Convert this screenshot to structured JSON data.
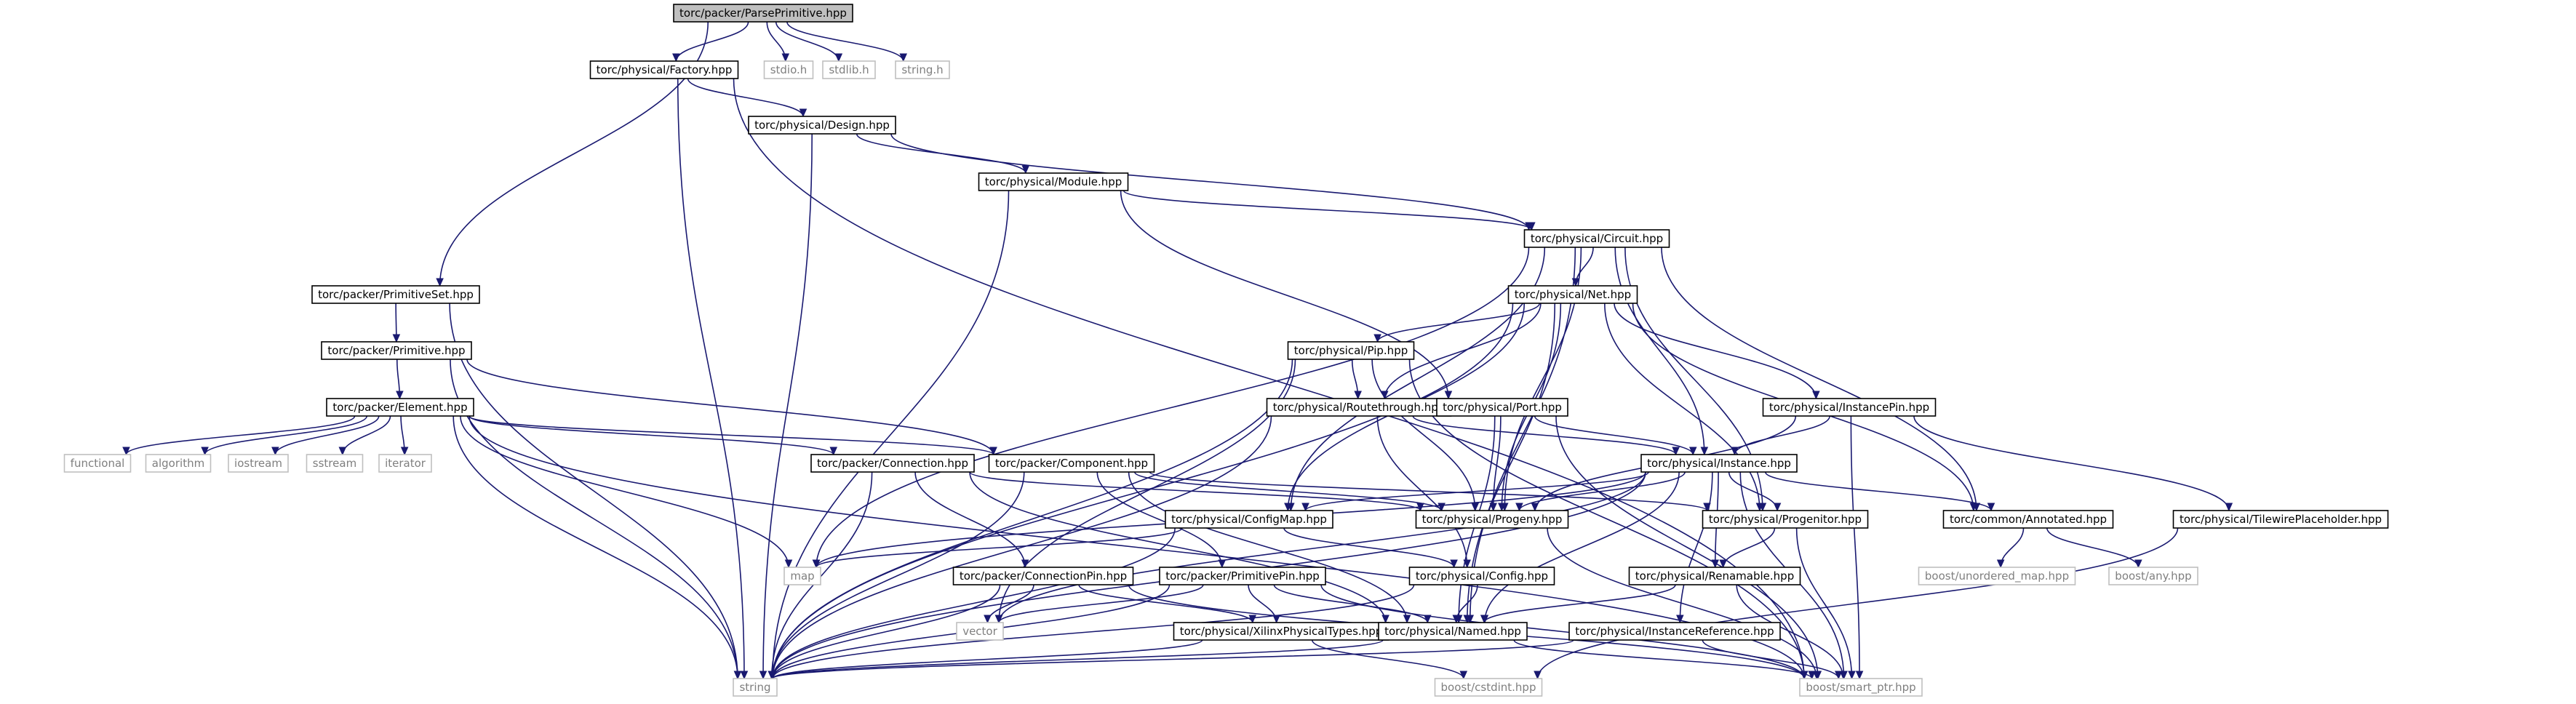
{
  "colors": {
    "edge": "#191970",
    "root_fill": "#bfbfbf",
    "node_fill": "#ffffff",
    "node_border": "#000000",
    "external_border": "#bfbfbf",
    "external_text": "#7f7f7f"
  },
  "nodes": [
    {
      "id": "root",
      "label": "torc/packer/ParsePrimitive.hpp",
      "kind": "root"
    },
    {
      "id": "factory",
      "label": "torc/physical/Factory.hpp",
      "kind": "local"
    },
    {
      "id": "stdio",
      "label": "stdio.h",
      "kind": "external"
    },
    {
      "id": "stdlib",
      "label": "stdlib.h",
      "kind": "external"
    },
    {
      "id": "stringh",
      "label": "string.h",
      "kind": "external"
    },
    {
      "id": "design",
      "label": "torc/physical/Design.hpp",
      "kind": "local"
    },
    {
      "id": "module",
      "label": "torc/physical/Module.hpp",
      "kind": "local"
    },
    {
      "id": "circuit",
      "label": "torc/physical/Circuit.hpp",
      "kind": "local"
    },
    {
      "id": "primset",
      "label": "torc/packer/PrimitiveSet.hpp",
      "kind": "local"
    },
    {
      "id": "net",
      "label": "torc/physical/Net.hpp",
      "kind": "local"
    },
    {
      "id": "primitive",
      "label": "torc/packer/Primitive.hpp",
      "kind": "local"
    },
    {
      "id": "pip",
      "label": "torc/physical/Pip.hpp",
      "kind": "local"
    },
    {
      "id": "element",
      "label": "torc/packer/Element.hpp",
      "kind": "local"
    },
    {
      "id": "routethrough",
      "label": "torc/physical/Routethrough.hpp",
      "kind": "local"
    },
    {
      "id": "port",
      "label": "torc/physical/Port.hpp",
      "kind": "local"
    },
    {
      "id": "instpin",
      "label": "torc/physical/InstancePin.hpp",
      "kind": "local"
    },
    {
      "id": "functional",
      "label": "functional",
      "kind": "external"
    },
    {
      "id": "algorithm",
      "label": "algorithm",
      "kind": "external"
    },
    {
      "id": "iostream",
      "label": "iostream",
      "kind": "external"
    },
    {
      "id": "sstream",
      "label": "sstream",
      "kind": "external"
    },
    {
      "id": "iterator",
      "label": "iterator",
      "kind": "external"
    },
    {
      "id": "connection",
      "label": "torc/packer/Connection.hpp",
      "kind": "local"
    },
    {
      "id": "component",
      "label": "torc/packer/Component.hpp",
      "kind": "local"
    },
    {
      "id": "instance",
      "label": "torc/physical/Instance.hpp",
      "kind": "local"
    },
    {
      "id": "configmap",
      "label": "torc/physical/ConfigMap.hpp",
      "kind": "local"
    },
    {
      "id": "progeny",
      "label": "torc/physical/Progeny.hpp",
      "kind": "local"
    },
    {
      "id": "progenitor",
      "label": "torc/physical/Progenitor.hpp",
      "kind": "local"
    },
    {
      "id": "annotated",
      "label": "torc/common/Annotated.hpp",
      "kind": "local"
    },
    {
      "id": "tilewire",
      "label": "torc/physical/TilewirePlaceholder.hpp",
      "kind": "local"
    },
    {
      "id": "map",
      "label": "map",
      "kind": "external"
    },
    {
      "id": "connpin",
      "label": "torc/packer/ConnectionPin.hpp",
      "kind": "local"
    },
    {
      "id": "primpin",
      "label": "torc/packer/PrimitivePin.hpp",
      "kind": "local"
    },
    {
      "id": "config",
      "label": "torc/physical/Config.hpp",
      "kind": "local"
    },
    {
      "id": "renamable",
      "label": "torc/physical/Renamable.hpp",
      "kind": "local"
    },
    {
      "id": "unordmap",
      "label": "boost/unordered_map.hpp",
      "kind": "external"
    },
    {
      "id": "boostany",
      "label": "boost/any.hpp",
      "kind": "external"
    },
    {
      "id": "vector",
      "label": "vector",
      "kind": "external"
    },
    {
      "id": "xilinx",
      "label": "torc/physical/XilinxPhysicalTypes.hpp",
      "kind": "local"
    },
    {
      "id": "named",
      "label": "torc/physical/Named.hpp",
      "kind": "local"
    },
    {
      "id": "instref",
      "label": "torc/physical/InstanceReference.hpp",
      "kind": "local"
    },
    {
      "id": "string",
      "label": "string",
      "kind": "external"
    },
    {
      "id": "cstdint",
      "label": "boost/cstdint.hpp",
      "kind": "external"
    },
    {
      "id": "smartptr",
      "label": "boost/smart_ptr.hpp",
      "kind": "external"
    }
  ],
  "edges": [
    [
      "root",
      "factory"
    ],
    [
      "root",
      "stdio"
    ],
    [
      "root",
      "stdlib"
    ],
    [
      "root",
      "stringh"
    ],
    [
      "root",
      "primset"
    ],
    [
      "factory",
      "design"
    ],
    [
      "factory",
      "string"
    ],
    [
      "factory",
      "smartptr"
    ],
    [
      "design",
      "module"
    ],
    [
      "design",
      "circuit"
    ],
    [
      "design",
      "string"
    ],
    [
      "module",
      "circuit"
    ],
    [
      "module",
      "port"
    ],
    [
      "module",
      "string"
    ],
    [
      "circuit",
      "net"
    ],
    [
      "circuit",
      "instance"
    ],
    [
      "circuit",
      "configmap"
    ],
    [
      "circuit",
      "progeny"
    ],
    [
      "circuit",
      "progenitor"
    ],
    [
      "circuit",
      "annotated"
    ],
    [
      "circuit",
      "named"
    ],
    [
      "circuit",
      "map"
    ],
    [
      "primset",
      "primitive"
    ],
    [
      "primset",
      "string"
    ],
    [
      "primitive",
      "element"
    ],
    [
      "primitive",
      "component"
    ],
    [
      "primitive",
      "string"
    ],
    [
      "net",
      "pip"
    ],
    [
      "net",
      "routethrough"
    ],
    [
      "net",
      "instpin"
    ],
    [
      "net",
      "configmap"
    ],
    [
      "net",
      "progeny"
    ],
    [
      "net",
      "progenitor"
    ],
    [
      "net",
      "annotated"
    ],
    [
      "net",
      "named"
    ],
    [
      "net",
      "string"
    ],
    [
      "pip",
      "routethrough"
    ],
    [
      "pip",
      "progeny"
    ],
    [
      "pip",
      "string"
    ],
    [
      "pip",
      "vector"
    ],
    [
      "pip",
      "smartptr"
    ],
    [
      "element",
      "functional"
    ],
    [
      "element",
      "algorithm"
    ],
    [
      "element",
      "iostream"
    ],
    [
      "element",
      "sstream"
    ],
    [
      "element",
      "iterator"
    ],
    [
      "element",
      "connection"
    ],
    [
      "element",
      "component"
    ],
    [
      "element",
      "map"
    ],
    [
      "element",
      "string"
    ],
    [
      "element",
      "smartptr"
    ],
    [
      "routethrough",
      "instance"
    ],
    [
      "routethrough",
      "config"
    ],
    [
      "routethrough",
      "string"
    ],
    [
      "port",
      "instance"
    ],
    [
      "port",
      "progeny"
    ],
    [
      "port",
      "named"
    ],
    [
      "port",
      "smartptr"
    ],
    [
      "instpin",
      "instance"
    ],
    [
      "instpin",
      "progeny"
    ],
    [
      "instpin",
      "tilewire"
    ],
    [
      "instpin",
      "smartptr"
    ],
    [
      "connection",
      "connpin"
    ],
    [
      "connection",
      "progeny"
    ],
    [
      "connection",
      "named"
    ],
    [
      "connection",
      "string"
    ],
    [
      "component",
      "primpin"
    ],
    [
      "component",
      "progeny"
    ],
    [
      "component",
      "named"
    ],
    [
      "component",
      "progenitor"
    ],
    [
      "component",
      "string"
    ],
    [
      "instance",
      "configmap"
    ],
    [
      "instance",
      "progeny"
    ],
    [
      "instance",
      "progenitor"
    ],
    [
      "instance",
      "renamable"
    ],
    [
      "instance",
      "instref"
    ],
    [
      "instance",
      "annotated"
    ],
    [
      "instance",
      "named"
    ],
    [
      "instance",
      "map"
    ],
    [
      "instance",
      "vector"
    ],
    [
      "instance",
      "string"
    ],
    [
      "instance",
      "smartptr"
    ],
    [
      "configmap",
      "config"
    ],
    [
      "configmap",
      "map"
    ],
    [
      "configmap",
      "string"
    ],
    [
      "progeny",
      "smartptr"
    ],
    [
      "progenitor",
      "renamable"
    ],
    [
      "progenitor",
      "smartptr"
    ],
    [
      "annotated",
      "unordmap"
    ],
    [
      "annotated",
      "boostany"
    ],
    [
      "tilewire",
      "cstdint"
    ],
    [
      "connpin",
      "vector"
    ],
    [
      "connpin",
      "string"
    ],
    [
      "connpin",
      "xilinx"
    ],
    [
      "connpin",
      "smartptr"
    ],
    [
      "primpin",
      "xilinx"
    ],
    [
      "primpin",
      "named"
    ],
    [
      "primpin",
      "vector"
    ],
    [
      "primpin",
      "string"
    ],
    [
      "primpin",
      "smartptr"
    ],
    [
      "config",
      "named"
    ],
    [
      "config",
      "string"
    ],
    [
      "renamable",
      "named"
    ],
    [
      "renamable",
      "smartptr"
    ],
    [
      "xilinx",
      "string"
    ],
    [
      "xilinx",
      "cstdint"
    ],
    [
      "named",
      "string"
    ],
    [
      "named",
      "smartptr"
    ],
    [
      "instref",
      "string"
    ],
    [
      "instref",
      "smartptr"
    ]
  ]
}
